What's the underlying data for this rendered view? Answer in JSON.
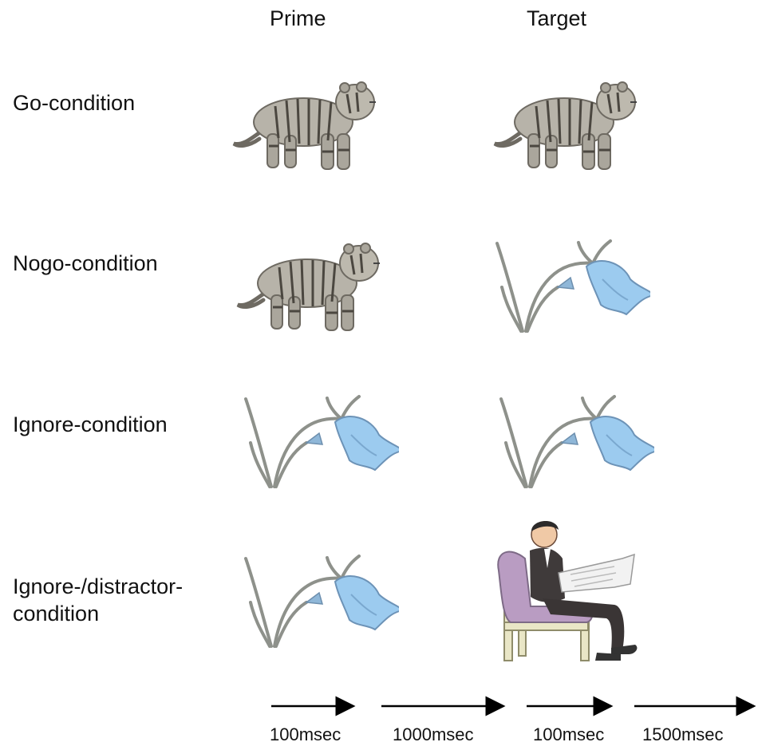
{
  "headers": {
    "prime": "Prime",
    "target": "Target"
  },
  "conditions": [
    {
      "label": "Go-condition",
      "prime": "tiger-icon",
      "target": "tiger-icon"
    },
    {
      "label": "Nogo-condition",
      "prime": "tiger-icon",
      "target": "bellflower-icon"
    },
    {
      "label": "Ignore-condition",
      "prime": "bellflower-icon",
      "target": "bellflower-icon"
    },
    {
      "label_line1": "Ignore-/distractor-",
      "label_line2": "condition",
      "prime": "bellflower-icon",
      "target": "seated-man-reading-icon"
    }
  ],
  "timeline": [
    "100msec",
    "1000msec",
    "100msec",
    "1500msec"
  ],
  "colors": {
    "tiger": "#a8a49a",
    "flower": "#8fc1e6",
    "stem": "#9a9c96",
    "chair": "#b99cc2",
    "suit": "#3f3a3a"
  }
}
